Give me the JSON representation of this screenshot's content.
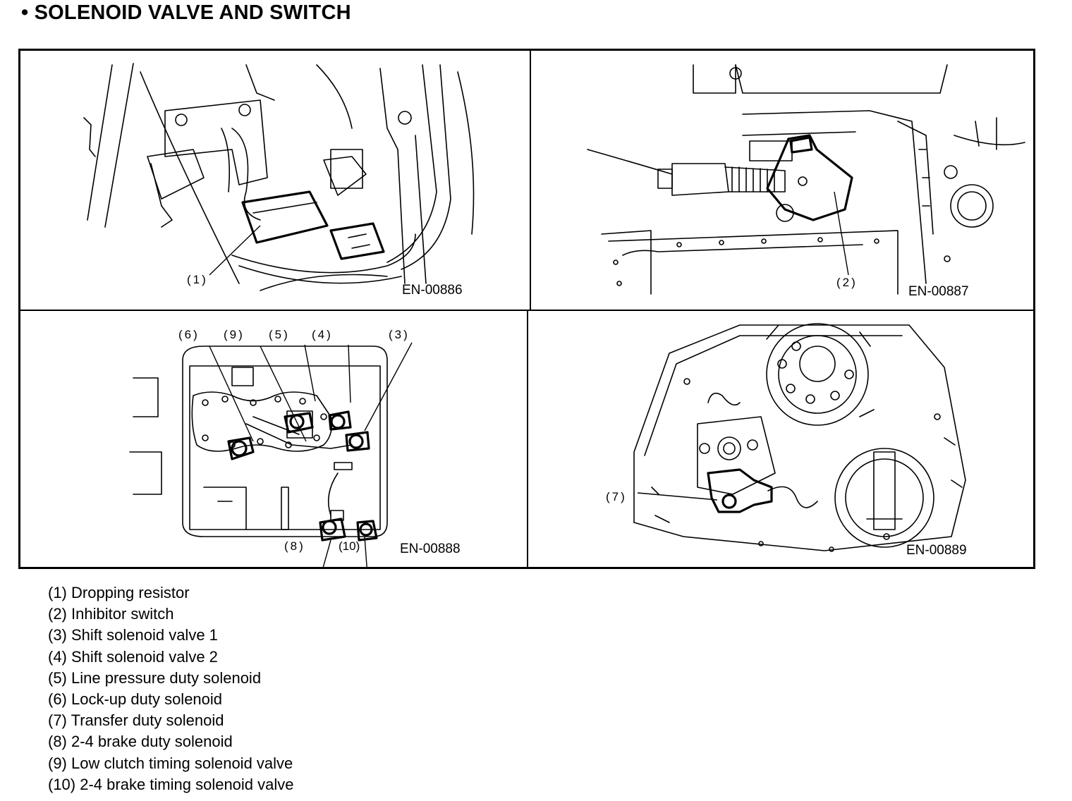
{
  "title": "• SOLENOID VALVE AND SWITCH",
  "figures": [
    {
      "code": "EN-00886",
      "callouts": [
        "(1)"
      ]
    },
    {
      "code": "EN-00887",
      "callouts": [
        "(2)"
      ]
    },
    {
      "code": "EN-00888",
      "callouts": [
        "(6)",
        "(9)",
        "(5)",
        "(4)",
        "(3)",
        "(8)",
        "(10)"
      ]
    },
    {
      "code": "EN-00889",
      "callouts": [
        "(7)"
      ]
    }
  ],
  "legend": [
    "(1) Dropping resistor",
    "(2) Inhibitor switch",
    "(3) Shift solenoid valve 1",
    "(4) Shift solenoid valve 2",
    "(5) Line pressure duty solenoid",
    "(6) Lock-up duty solenoid",
    "(7) Transfer duty solenoid",
    "(8) 2-4 brake duty solenoid",
    "(9) Low clutch timing solenoid valve",
    "(10) 2-4 brake timing solenoid valve"
  ]
}
